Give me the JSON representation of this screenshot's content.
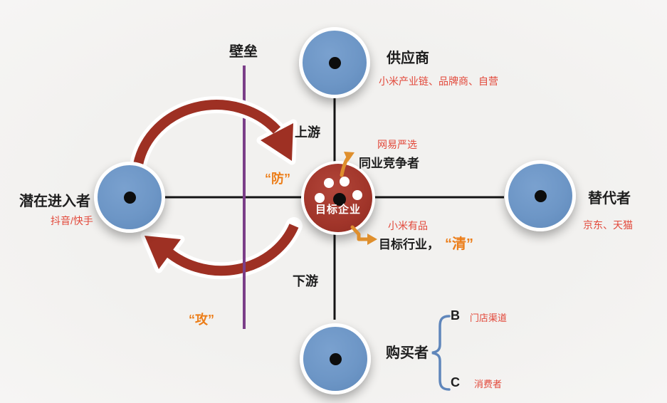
{
  "canvas": {
    "background": "#f2f1ef"
  },
  "colors": {
    "node_blue": "#6d96c6",
    "target_red": "#a1352a",
    "arc_red": "#9e3023",
    "barrier_purple": "#7b3e88",
    "orange_accent": "#ec7d18",
    "note_red": "#e2483a",
    "brace_blue": "#5f86bb",
    "line_black": "#141414"
  },
  "barrier": {
    "label": "壁垒"
  },
  "axis": {
    "upstream": "上游",
    "downstream": "下游"
  },
  "nodes": {
    "supplier": {
      "label": "供应商",
      "note": "小米产业链、品牌商、自营"
    },
    "entrant": {
      "label": "潜在进入者",
      "note": "抖音/快手"
    },
    "substitute": {
      "label": "替代者",
      "note": "京东、天猫"
    },
    "buyer": {
      "label": "购买者"
    },
    "target": {
      "label": "目标企业"
    }
  },
  "callouts": {
    "competitor": {
      "note": "网易严选",
      "label": "同业竞争者"
    },
    "industry": {
      "note": "小米有品",
      "label": "目标行业，",
      "highlight": "“清”"
    },
    "defend": "“防”",
    "attack": "“攻”",
    "buyer_split": {
      "b": "B",
      "b_note": "门店渠道",
      "c": "C",
      "c_note": "消费者"
    }
  }
}
